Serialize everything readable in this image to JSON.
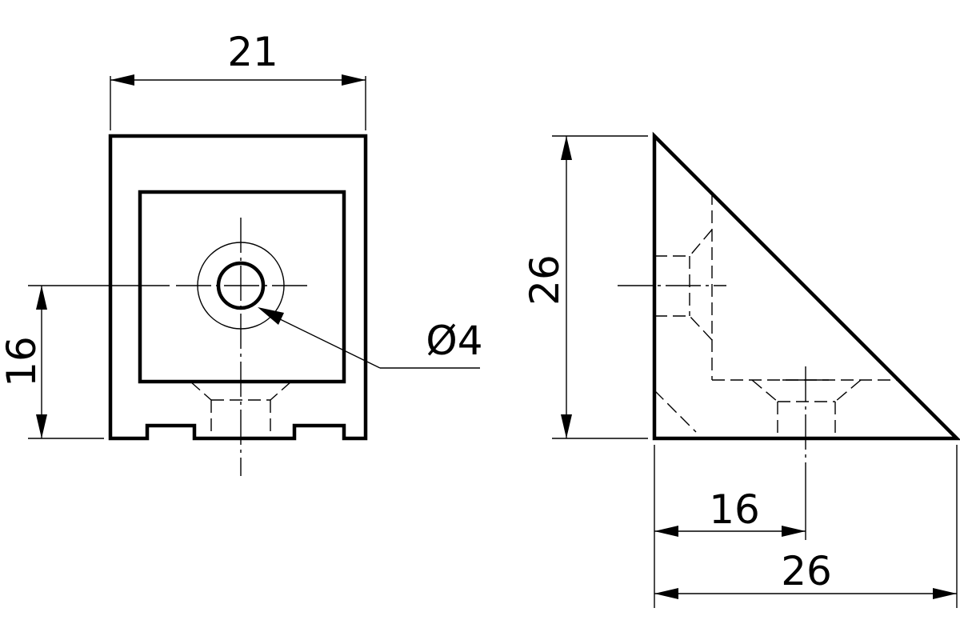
{
  "front_view": {
    "width_dimension": "21",
    "center_height_dimension": "16",
    "hole_diameter_dimension": "Ø4"
  },
  "side_view": {
    "height_dimension": "26",
    "hole_offset_dimension": "16",
    "base_length_dimension": "26"
  },
  "colors": {
    "line": "#000000",
    "background": "#ffffff"
  }
}
